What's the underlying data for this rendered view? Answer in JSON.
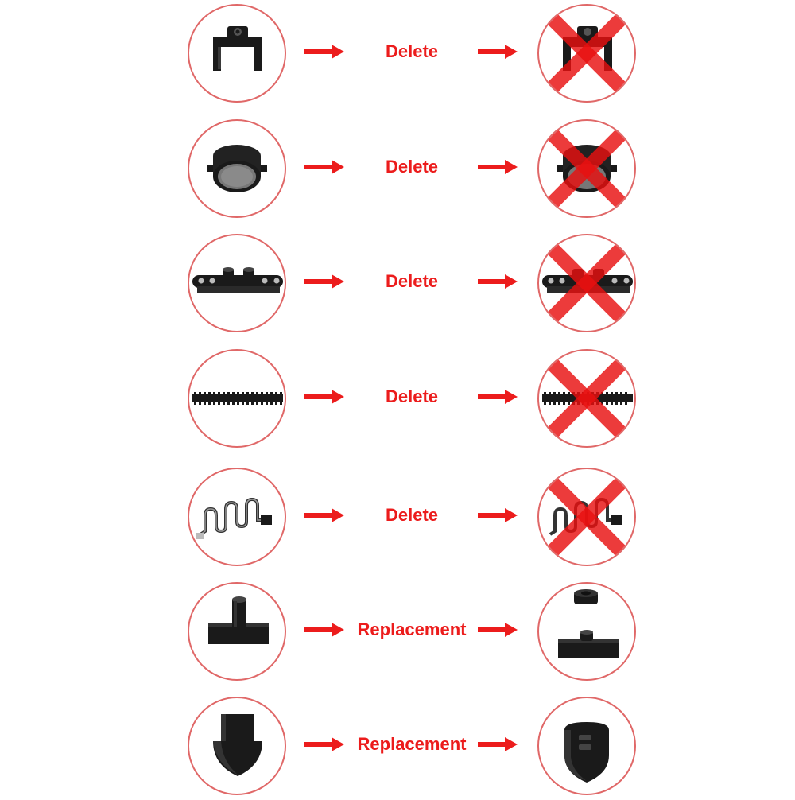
{
  "steps": [
    {
      "part": "clip-bracket",
      "action": "Delete"
    },
    {
      "part": "round-sensor",
      "action": "Delete"
    },
    {
      "part": "hole-plate",
      "action": "Delete"
    },
    {
      "part": "threaded-rod",
      "action": "Delete"
    },
    {
      "part": "wire-spring",
      "action": "Delete"
    },
    {
      "part": "peg-plate",
      "action": "Replacement"
    },
    {
      "part": "nose-cone",
      "action": "Replacement"
    }
  ],
  "colors": {
    "accent": "#ec1c1c",
    "ring": "#e06868",
    "part": "#1a1a1a"
  }
}
